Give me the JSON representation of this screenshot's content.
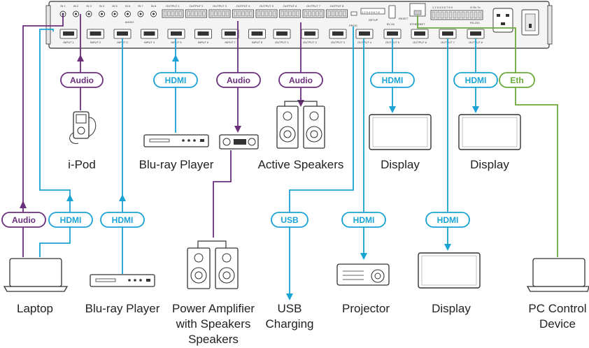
{
  "colors": {
    "hdmi": "#1aa3d4",
    "audio": "#6b2f7c",
    "eth": "#6aaa3a",
    "device_stroke": "#333333",
    "panel_fill": "#f4f4f4"
  },
  "signals": {
    "audio": "Audio",
    "hdmi": "HDMI",
    "eth": "Eth",
    "usb": "USB"
  },
  "devices": {
    "ipod": "i-Pod",
    "bluray_top": "Blu-ray Player",
    "speakers_top": "Active Speakers",
    "display1": "Display",
    "display2": "Display",
    "laptop": "Laptop",
    "bluray_bottom": "Blu-ray Player",
    "power_amp": [
      "Power Amplifier",
      "with Speakers",
      "Speakers"
    ],
    "usb_charging": [
      "USB",
      "Charging"
    ],
    "projector": "Projector",
    "display3": "Display",
    "pc_control": [
      "PC Control",
      "Device"
    ]
  },
  "panel": {
    "audio_in_labels": [
      "IN 1",
      "IN 2",
      "IN 3",
      "IN 4",
      "IN 5",
      "IN 6",
      "IN 7",
      "IN 8"
    ],
    "audio_section": "AUDIO",
    "audio_out_labels": [
      "OUTPUT 1",
      "OUTPUT 2",
      "OUTPUT 3",
      "OUTPUT 4",
      "OUTPUT 5",
      "OUTPUT 6",
      "OUTPUT 7",
      "OUTPUT 8"
    ],
    "hdmi_in_labels": [
      "INPUT 1",
      "INPUT 2",
      "INPUT 3",
      "INPUT 4",
      "INPUT 5",
      "INPUT 6",
      "INPUT 7",
      "INPUT 8"
    ],
    "hdmi_out_labels": [
      "OUTPUT 1",
      "OUTPUT 2",
      "OUTPUT 3",
      "OUTPUT 4",
      "OUTPUT 5",
      "OUTPUT 6",
      "OUTPUT 7",
      "OUTPUT 8"
    ],
    "prog": "PROG",
    "setup": "SETUP",
    "dip_numbers": "1 2 3 4 5 6 7 8",
    "usb_power": "5V 2A",
    "reset": "RESET",
    "ethernet": "ETHERNET",
    "rs232_numbers": "1 2 3 4 5 6 7 8 9",
    "rs232_pins": "G Rx Tx",
    "rs232": "RS-232"
  }
}
